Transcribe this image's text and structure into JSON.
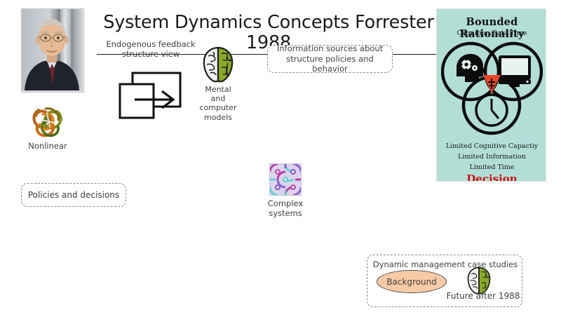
{
  "slide": {
    "title": "System Dynamics Concepts Forrester 1988"
  },
  "portrait": {
    "name": "forrester-portrait"
  },
  "endogenous": {
    "caption_line1": "Endogenous feedback",
    "caption_line2": "structure view",
    "diagram_name": "overlapping-frames-arrow-icon"
  },
  "mental_models": {
    "icon_name": "brain-half-circuit-icon",
    "caption_line1": "Mental",
    "caption_line2": "and",
    "caption_line3": "computer",
    "caption_line4": "models"
  },
  "info_sources": {
    "line1": "Information sources about",
    "line2": "structure policies and behavior"
  },
  "nonlinear": {
    "icon_name": "knot-tangle-image",
    "caption": "Nonlinear"
  },
  "policies": {
    "label": "Policies and decisions"
  },
  "complex_systems": {
    "icon_name": "truchet-maze-pattern-image",
    "caption_line1": "Complex",
    "caption_line2": "systems"
  },
  "case_studies": {
    "title": "Dynamic management case studies",
    "background_label": "Background",
    "future_label": "Future after 1988",
    "brain_icon_name": "brain-half-circuit-icon"
  },
  "poster": {
    "title": "Bounded Rationality",
    "subtitle": "Cognition.Data.Time",
    "venn_items": [
      {
        "name": "head-gears-icon"
      },
      {
        "name": "computer-monitor-icon"
      },
      {
        "name": "clock-icon"
      }
    ],
    "center_badge": "red-shield-icon",
    "line1": "Limited Cognitive Capactiy",
    "line2": "Limited Information",
    "line3": "Limited Time",
    "decision": "Decision",
    "colors": {
      "background": "#b2ded6",
      "decision_text": "#cc1111",
      "shield": "#e8472b"
    }
  },
  "colors": {
    "background_ellipse": "#f8cba6",
    "text": "#3f3f3f",
    "dashed_border": "#8a8a8a"
  }
}
